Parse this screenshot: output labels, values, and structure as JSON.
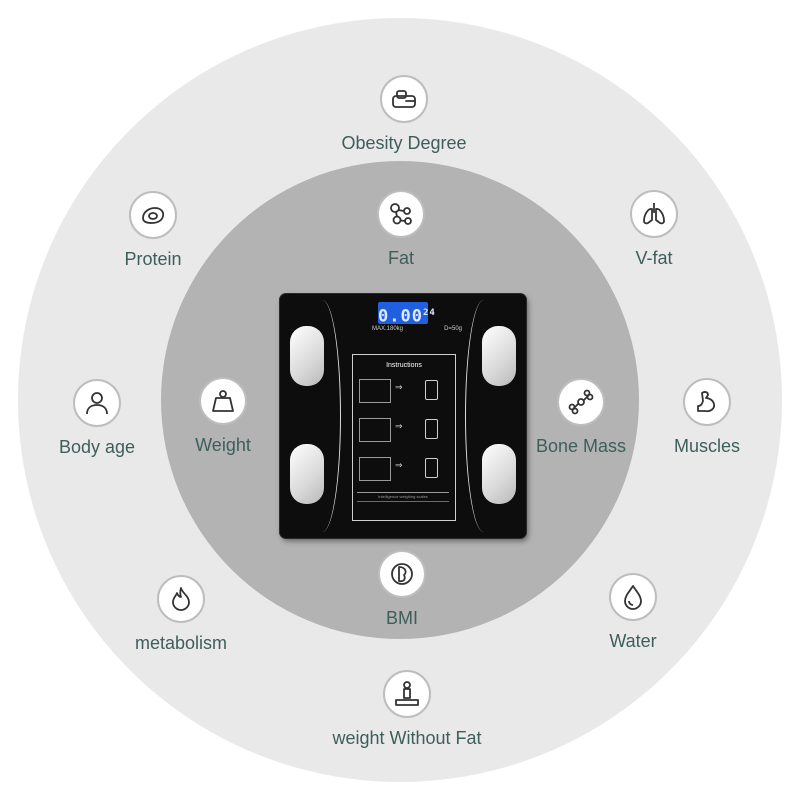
{
  "features": {
    "obesity": {
      "label": "Obesity Degree",
      "icon": "scale-icon"
    },
    "protein": {
      "label": "Protein",
      "icon": "egg-icon"
    },
    "fat": {
      "label": "Fat",
      "icon": "molecule-icon"
    },
    "vfat": {
      "label": "V-fat",
      "icon": "lungs-icon"
    },
    "bodyage": {
      "label": "Body age",
      "icon": "person-icon"
    },
    "weight": {
      "label": "Weight",
      "icon": "weight-icon"
    },
    "bonemass": {
      "label": "Bone Mass",
      "icon": "bone-icon"
    },
    "muscles": {
      "label": "Muscles",
      "icon": "flexed-arm-icon"
    },
    "bmi": {
      "label": "BMI",
      "icon": "bmi-icon"
    },
    "metabolism": {
      "label": "metabolism",
      "icon": "flame-icon"
    },
    "water": {
      "label": "Water",
      "icon": "droplet-icon"
    },
    "weightwithoutfat": {
      "label": "weight Without Fat",
      "icon": "podium-person-icon"
    }
  },
  "scale": {
    "display_value": "0.00",
    "display_suffix": "24",
    "max_label": "MAX.180kg",
    "division_label": "D=50g",
    "instructions_title": "Instructions",
    "table_title": "Intelligence weighing scales"
  },
  "colors": {
    "outer_ring": "#e9e9e9",
    "inner_ring": "#b3b3b3",
    "label_text": "#3e5e5a",
    "scale_body": "#0d0d0d",
    "display_backlight": "#1f5fe0"
  }
}
